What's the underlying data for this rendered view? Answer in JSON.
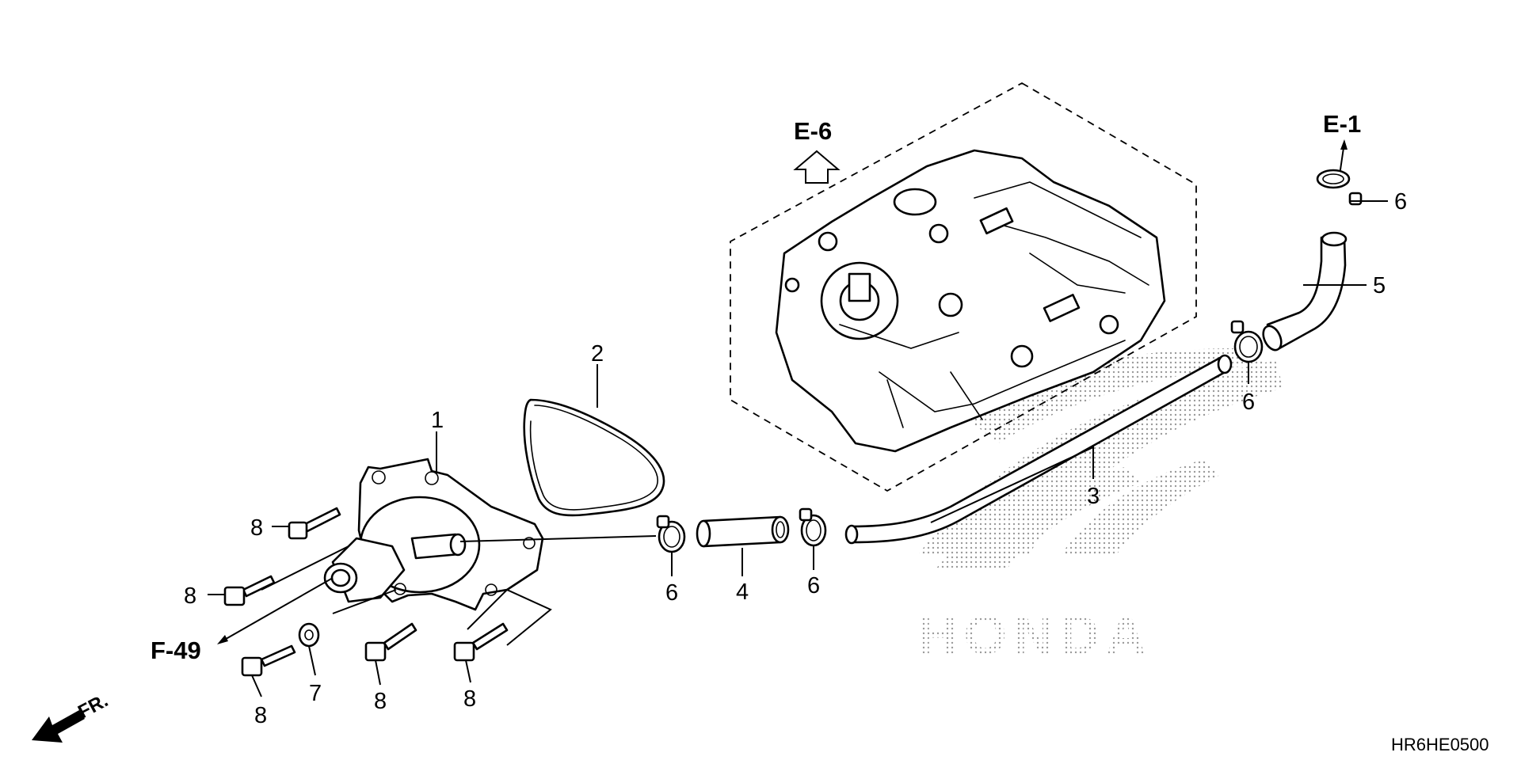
{
  "diagram": {
    "code": "HR6HE0500",
    "watermark": "HONDA",
    "front_label": "FR.",
    "refs": {
      "e6": "E-6",
      "e1": "E-1",
      "f49": "F-49"
    },
    "callouts": {
      "c1": "1",
      "c2": "2",
      "c3": "3",
      "c4": "4",
      "c5": "5",
      "c6a": "6",
      "c6b": "6",
      "c6c": "6",
      "c6d": "6",
      "c7": "7",
      "c8a": "8",
      "c8b": "8",
      "c8c": "8",
      "c8d": "8",
      "c8e": "8"
    }
  }
}
